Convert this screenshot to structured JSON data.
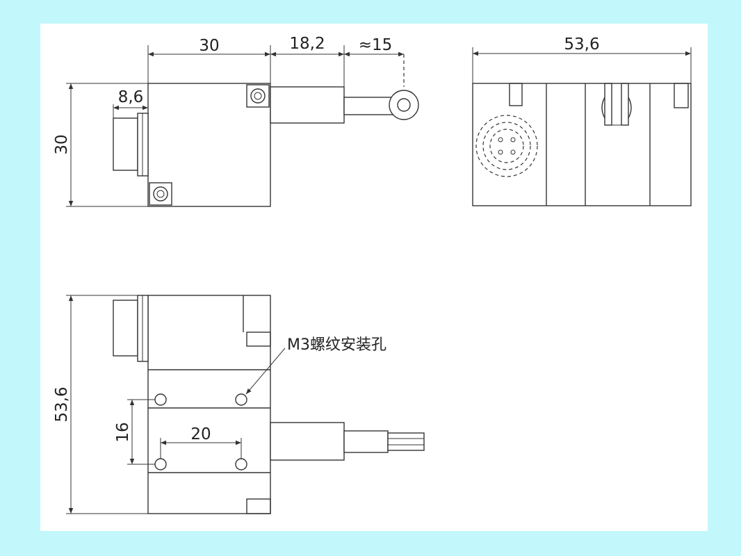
{
  "dimensions": {
    "top_width_body": "30",
    "top_width_sleeve": "18,2",
    "top_width_rod": "≈15",
    "top_connector_depth": "8,6",
    "top_height": "30",
    "side_width": "53,6",
    "bottom_height": "53,6",
    "hole_spacing_vertical": "16",
    "hole_spacing_horizontal": "20"
  },
  "annotation": {
    "mounting_holes": "M3螺纹安装孔"
  },
  "colors": {
    "frame_background": "#c2f7fb",
    "sheet": "#ffffff",
    "line": "#333333"
  }
}
